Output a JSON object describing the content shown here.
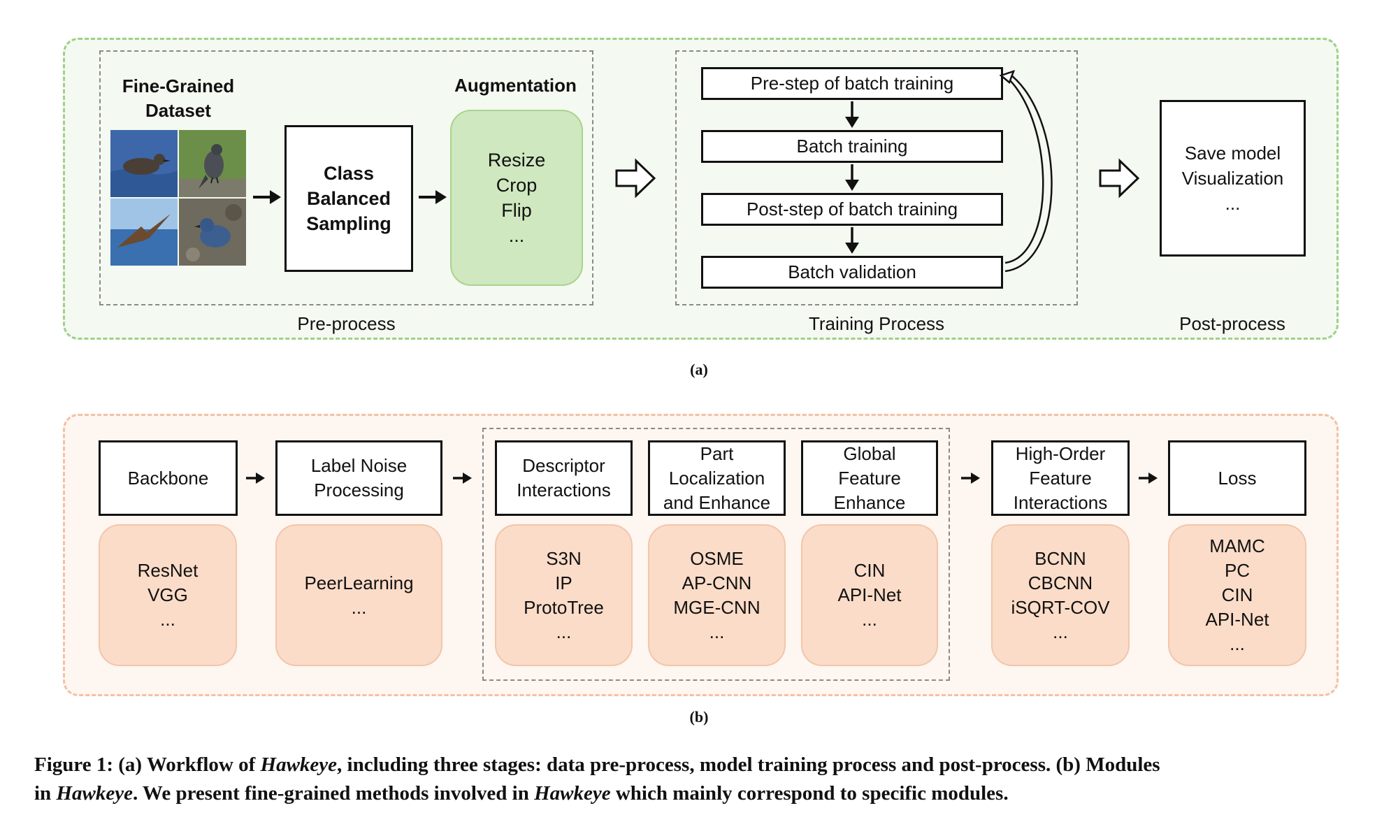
{
  "panel_a": {
    "preprocess": {
      "dataset_title": [
        "Fine-Grained",
        "Dataset"
      ],
      "sampling_box": [
        "Class",
        "Balanced",
        "Sampling"
      ],
      "augmentation_title": "Augmentation",
      "augmentation_items": [
        "Resize",
        "Crop",
        "Flip",
        "..."
      ],
      "label": "Pre-process"
    },
    "training": {
      "steps": [
        "Pre-step of batch training",
        "Batch training",
        "Post-step of batch training",
        "Batch validation"
      ],
      "label": "Training Process"
    },
    "postprocess": {
      "box_items": [
        "Save model",
        "Visualization",
        "..."
      ],
      "label": "Post-process"
    },
    "sublabel": "(a)"
  },
  "panel_b": {
    "modules": [
      {
        "title": [
          "Backbone"
        ],
        "methods": [
          "ResNet",
          "VGG",
          "..."
        ]
      },
      {
        "title": [
          "Label Noise",
          "Processing"
        ],
        "methods": [
          "PeerLearning",
          "..."
        ]
      },
      {
        "title": [
          "Descriptor",
          "Interactions"
        ],
        "methods": [
          "S3N",
          "IP",
          "ProtoTree",
          "..."
        ]
      },
      {
        "title": [
          "Part",
          "Localization",
          "and Enhance"
        ],
        "methods": [
          "OSME",
          "AP-CNN",
          "MGE-CNN",
          "..."
        ]
      },
      {
        "title": [
          "Global",
          "Feature",
          "Enhance"
        ],
        "methods": [
          "CIN",
          "API-Net",
          "..."
        ]
      },
      {
        "title": [
          "High-Order",
          "Feature",
          "Interactions"
        ],
        "methods": [
          "BCNN",
          "CBCNN",
          "iSQRT-COV",
          "..."
        ]
      },
      {
        "title": [
          "Loss"
        ],
        "methods": [
          "MAMC",
          "PC",
          "CIN",
          "API-Net",
          "..."
        ]
      }
    ],
    "sublabel": "(b)"
  },
  "caption": {
    "line1_parts": [
      "Figure 1: (a) Workflow of ",
      "Hawkeye",
      ", including three stages: data pre-process, model training process and post-process. (b) Modules"
    ],
    "line2_parts": [
      "in ",
      "Hawkeye",
      ". We present fine-grained methods involved in ",
      "Hawkeye",
      " which mainly correspond to specific modules."
    ]
  },
  "colors": {
    "panel_a_border": "#9fd088",
    "panel_a_bg": "#f4f9f1",
    "augmentation_fill": "#cfe8bf",
    "panel_b_border": "#f3c1a4",
    "panel_b_bg": "#fdf6f1",
    "method_fill": "#fbdcc8"
  }
}
